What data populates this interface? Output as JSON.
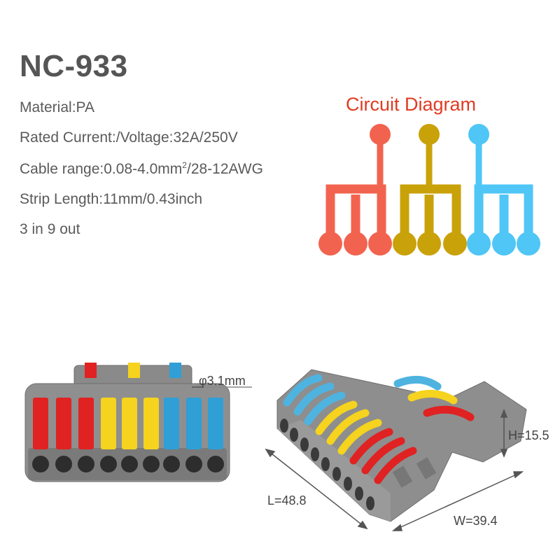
{
  "product": {
    "model": "NC-933",
    "specs": {
      "material": "Material:PA",
      "rated": "Rated Current:/Voltage:32A/250V",
      "cable_prefix": "Cable range:0.08-4.0mm",
      "cable_sup": "2",
      "cable_suffix": "/28-12AWG",
      "strip": "Strip Length:11mm/0.43inch",
      "io": "3 in 9 out"
    }
  },
  "circuit_diagram": {
    "title": "Circuit Diagram",
    "colors": [
      "#f2634f",
      "#c9a20a",
      "#4fc6f5"
    ]
  },
  "dimensions": {
    "hole": "φ3.1mm",
    "height": "H=15.5",
    "length": "L=48.8",
    "width": "W=39.4"
  },
  "lever_colors": [
    "#e02222",
    "#f5d31e",
    "#2f9fd6"
  ],
  "body_color": "#8a8a8a"
}
